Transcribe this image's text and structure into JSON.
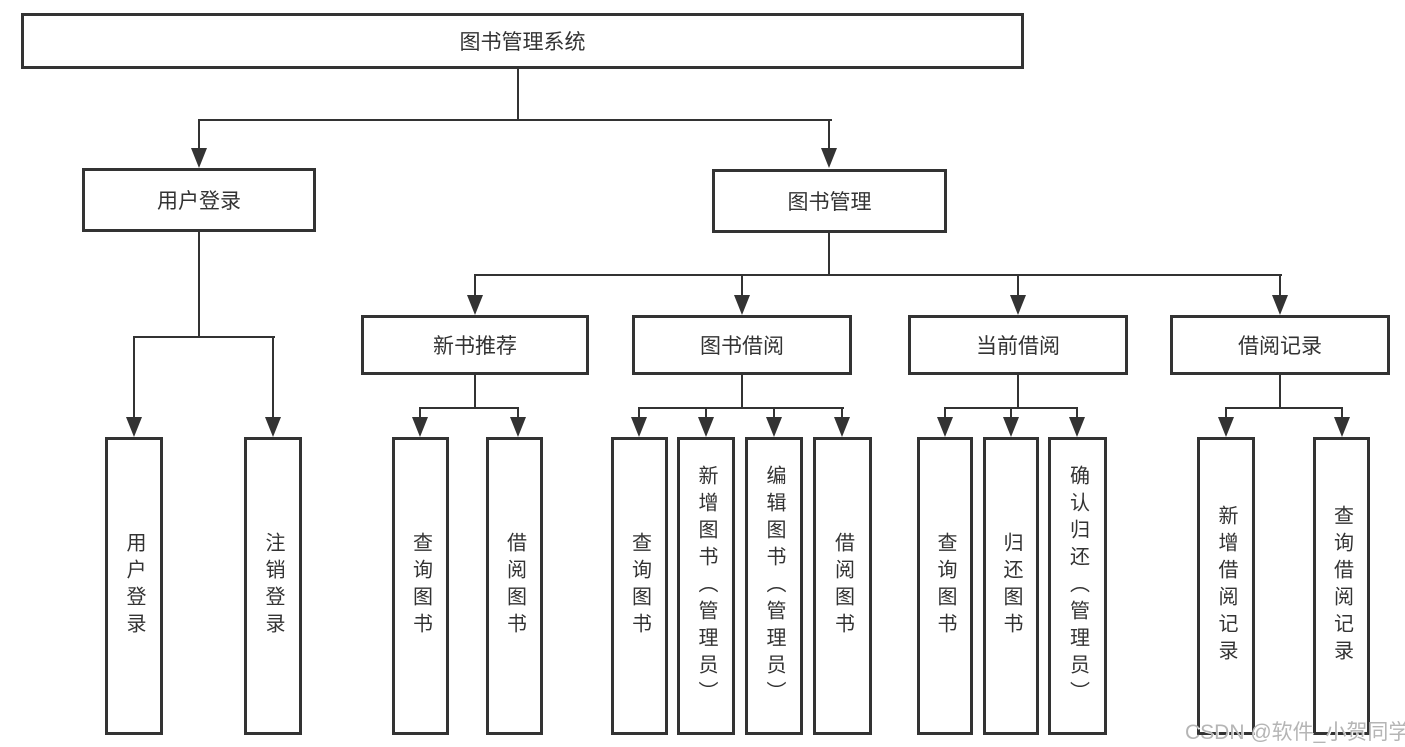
{
  "tree": {
    "root": "图书管理系统",
    "level1": [
      "用户登录",
      "图书管理"
    ],
    "level2": [
      "新书推荐",
      "图书借阅",
      "当前借阅",
      "借阅记录"
    ],
    "leaves": {
      "user_login": [
        "用户登录",
        "注销登录"
      ],
      "new_book_recommend": [
        "查询图书",
        "借阅图书"
      ],
      "book_borrow": [
        "查询图书",
        "新增图书（管理员）",
        "编辑图书（管理员）",
        "借阅图书"
      ],
      "current_borrow": [
        "查询图书",
        "归还图书",
        "确认归还（管理员）"
      ],
      "borrow_record": [
        "新增借阅记录",
        "查询借阅记录"
      ]
    },
    "watermark": "CSDN @软件_小贺同学",
    "colors": {
      "line": "#333333",
      "text": "#333333",
      "background": "#ffffff",
      "watermark": "#b5b5b5"
    }
  }
}
